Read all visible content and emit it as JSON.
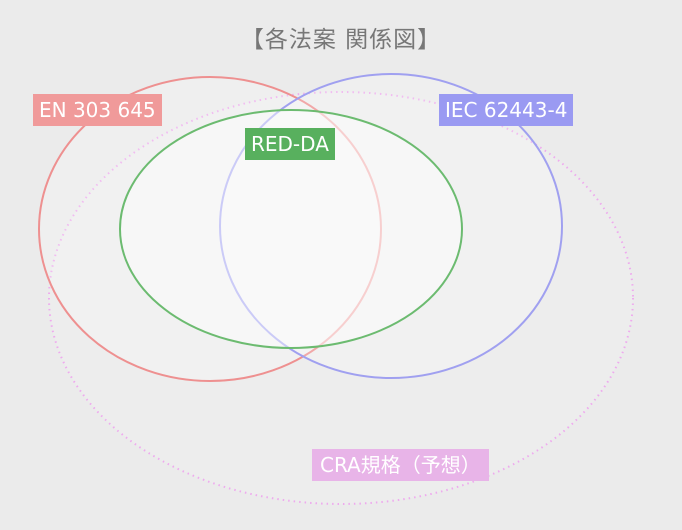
{
  "title": "【各法案 関係図】",
  "sets": {
    "en": {
      "label": "EN 303 645",
      "color": "#f09a9a",
      "stroke": "#ee9090"
    },
    "iec": {
      "label": "IEC 62443-4",
      "color": "#9a9af2",
      "stroke": "#a0a0f0"
    },
    "red": {
      "label": "RED-DA",
      "color": "#58b05e",
      "stroke": "#6cbb70"
    },
    "cra": {
      "label": "CRA規格（予想）",
      "color": "#e8b4e8",
      "stroke": "#eeaaee"
    }
  }
}
